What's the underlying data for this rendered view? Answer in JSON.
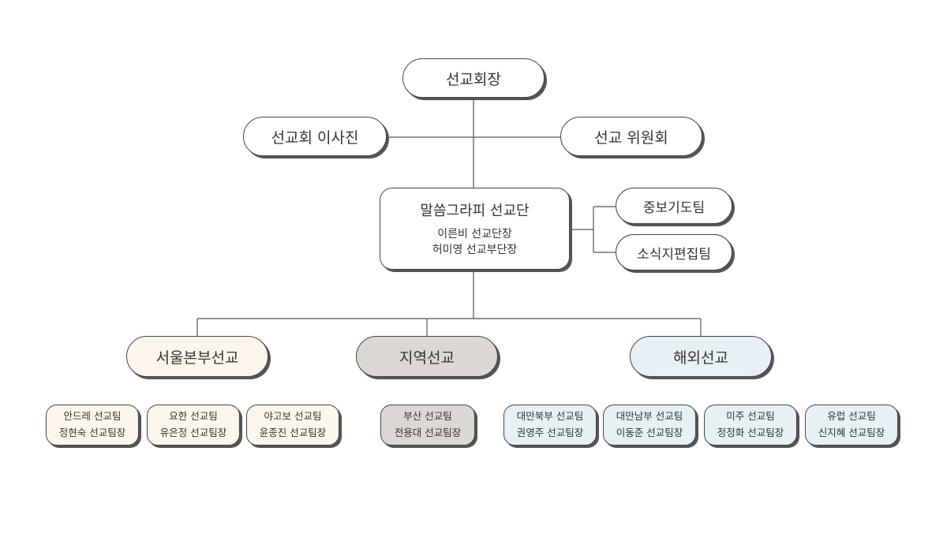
{
  "colors": {
    "line": "#555555",
    "border": "#444444",
    "seoul_fill": "#fdf6ec",
    "region_fill": "#dbd7d2",
    "overseas_fill": "#e6f0f5"
  },
  "org": {
    "president": "선교회장",
    "board": "선교회 이사진",
    "committee": "선교 위원회",
    "mission": {
      "title": "말씀그라피 선교단",
      "leader": "이른비 선교단장",
      "vice_leader": "허미영 선교부단장"
    },
    "support": {
      "prayer": "중보기도팀",
      "newsletter": "소식지편집팀"
    },
    "divisions": {
      "seoul": "서울본부선교",
      "region": "지역선교",
      "overseas": "해외선교"
    },
    "teams": {
      "seoul": [
        {
          "name": "안드레 선교팀",
          "leader": "정현숙 선교팀장"
        },
        {
          "name": "요한 선교팀",
          "leader": "유은정 선교팀장"
        },
        {
          "name": "야고보 선교팀",
          "leader": "윤종진 선교팀장"
        }
      ],
      "region": [
        {
          "name": "부산 선교팀",
          "leader": "전용대 선교팀장"
        }
      ],
      "overseas": [
        {
          "name": "대만북부 선교팀",
          "leader": "권영주 선교팀장"
        },
        {
          "name": "대만남부 선교팀",
          "leader": "이동준 선교팀장"
        },
        {
          "name": "미주 선교팀",
          "leader": "정정화 선교팀장"
        },
        {
          "name": "유럽 선교팀",
          "leader": "신지혜 선교팀장"
        }
      ]
    }
  }
}
